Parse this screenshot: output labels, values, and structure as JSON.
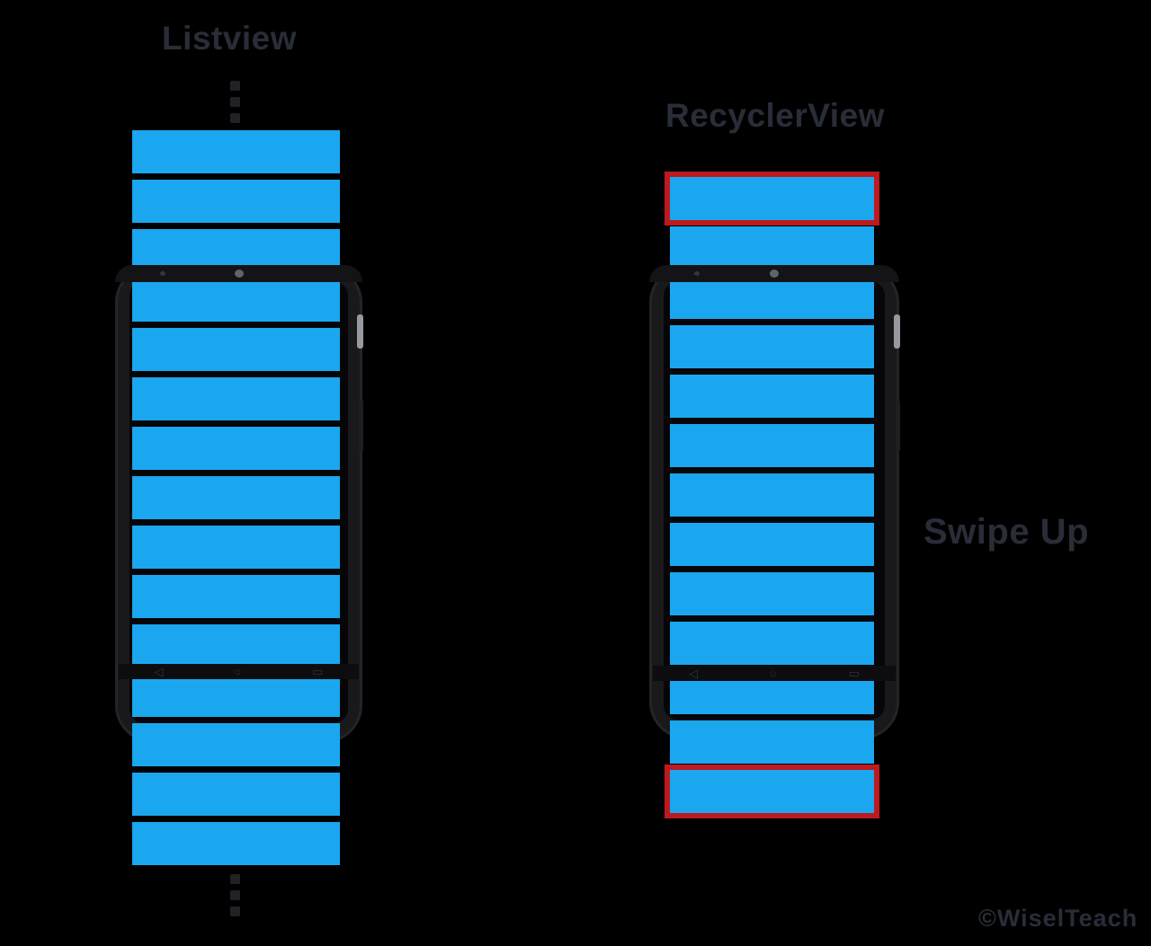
{
  "titles": {
    "listview": "Listview",
    "recyclerview": "RecyclerView"
  },
  "labels": {
    "swipe_up": "Swipe Up",
    "watermark": "©WiselTeach"
  },
  "colors": {
    "row_blue": "#1BA7EF",
    "highlight_red": "#BE1A1E",
    "phone_body": "#19191C",
    "label_text": "#282D38",
    "background": "#000000"
  },
  "stacks": {
    "left": {
      "count": 15,
      "highlighted": []
    },
    "right": {
      "count": 13,
      "highlighted": [
        0,
        12
      ]
    }
  },
  "nav_icons": {
    "back": "◁",
    "home": "○",
    "recents": "▭"
  }
}
